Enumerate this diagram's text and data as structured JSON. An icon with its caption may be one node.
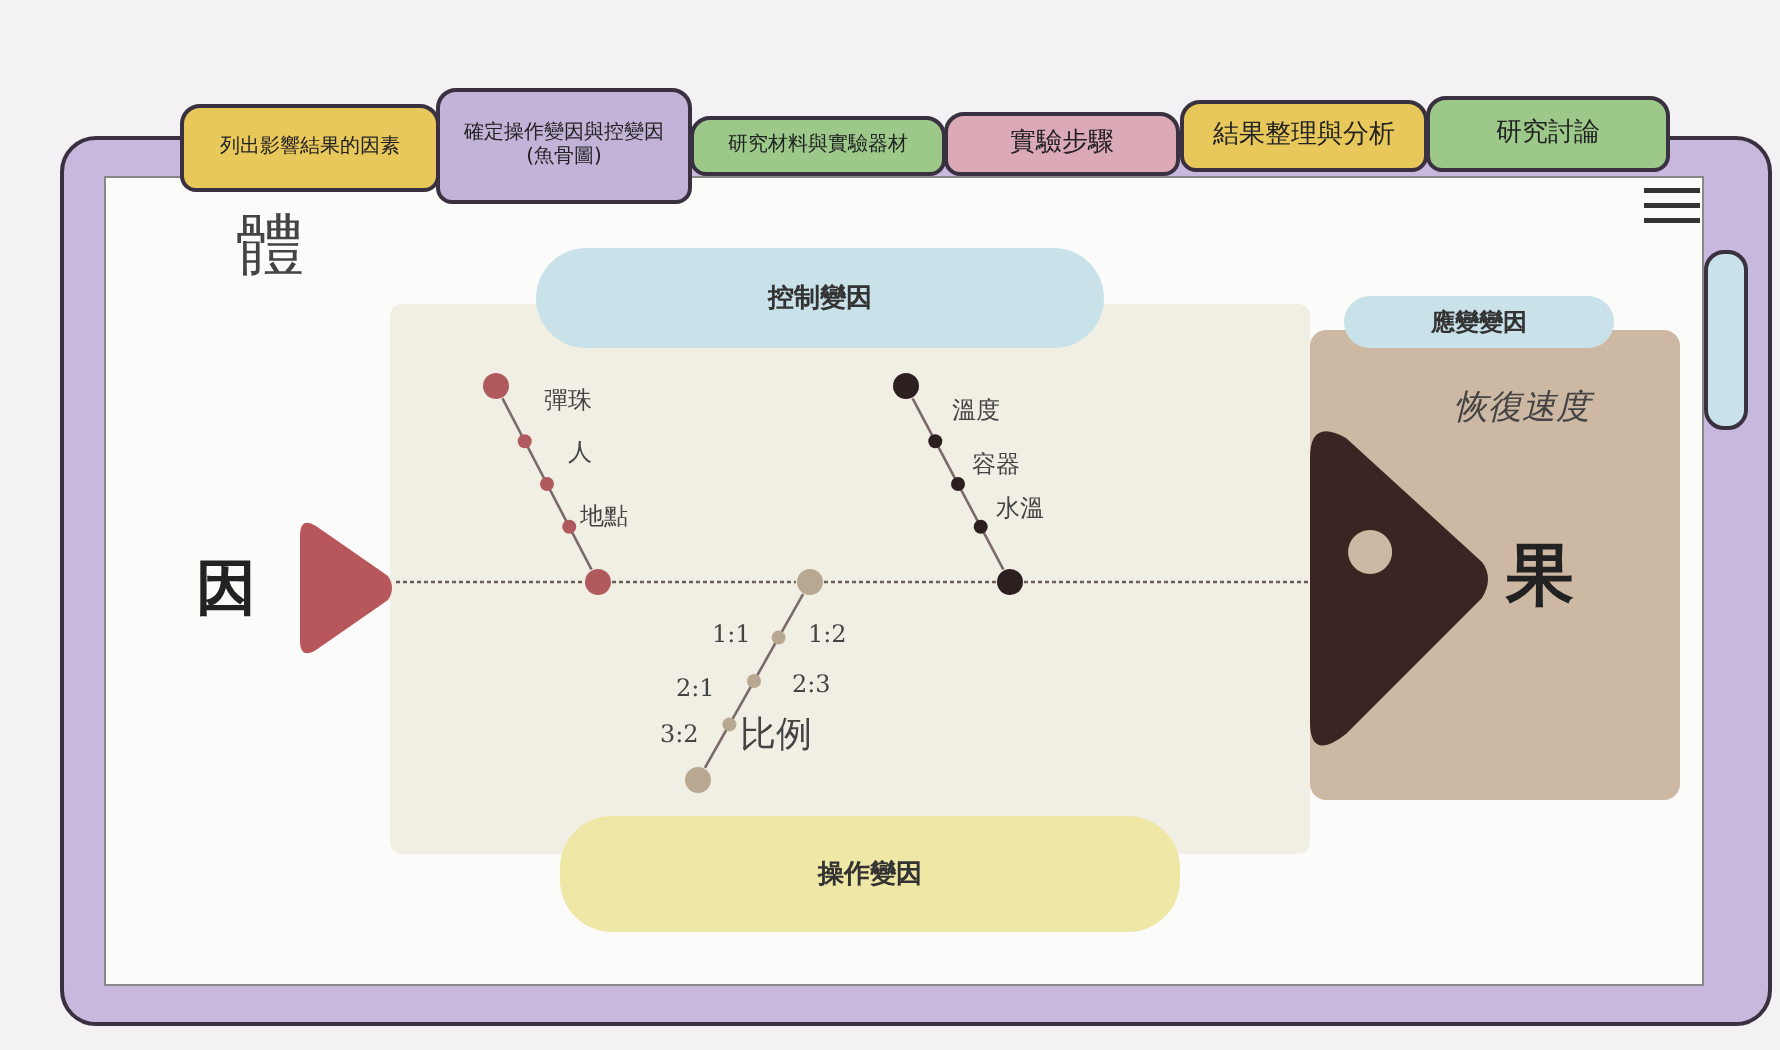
{
  "diagram": {
    "nodes": [
      {
        "text": [
          "列出影響結果的因素"
        ]
      },
      {
        "text": [
          "確定操作變因與控變因 (魚骨圖)"
        ]
      },
      {
        "text": [
          "研究材料與實驗器材"
        ]
      },
      {
        "text": [
          "實驗步驟"
        ]
      },
      {
        "text": [
          "結果整理與分析"
        ]
      },
      {
        "text": [
          "研究討論"
        ]
      },
      {
        "text": [
          "因"
        ]
      },
      {
        "text": [
          "控制變因"
        ]
      },
      {
        "text": [
          "應變變因",
          "恢復速度"
        ]
      },
      {
        "text": [
          "果"
        ],
        "in": 8
      },
      {
        "text": [],
        "shape": "circle"
      },
      {
        "text": [],
        "shape": "circle"
      },
      {
        "text": [],
        "shape": "circle"
      },
      {
        "text": [],
        "shape": "circle"
      },
      {
        "text": [],
        "shape": "circle"
      },
      {
        "text": [],
        "shape": "circle"
      },
      {
        "text": [
          "操作變因"
        ]
      }
    ],
    "edges": [
      {
        "from": 6,
        "to": 10,
        "arrow": "none",
        "style": "dashed"
      },
      {
        "from": 10,
        "to": 11,
        "arrow": "none",
        "style": "dashed"
      },
      {
        "from": 11,
        "to": 12,
        "arrow": "none",
        "style": "dashed"
      },
      {
        "from": 12,
        "to": 9,
        "arrow": "none",
        "style": "dashed"
      },
      {
        "from": 13,
        "to": 10,
        "arrow": "none"
      },
      {
        "from": 14,
        "to": 12,
        "arrow": "none"
      },
      {
        "from": 15,
        "to": 11,
        "arrow": "none"
      }
    ],
    "labels": [
      "體",
      "彈珠",
      "人",
      "地點",
      "溫度",
      "容器",
      "水溫",
      "1:1",
      "1:2",
      "2:1",
      "2:3",
      "3:2",
      "比例"
    ]
  }
}
